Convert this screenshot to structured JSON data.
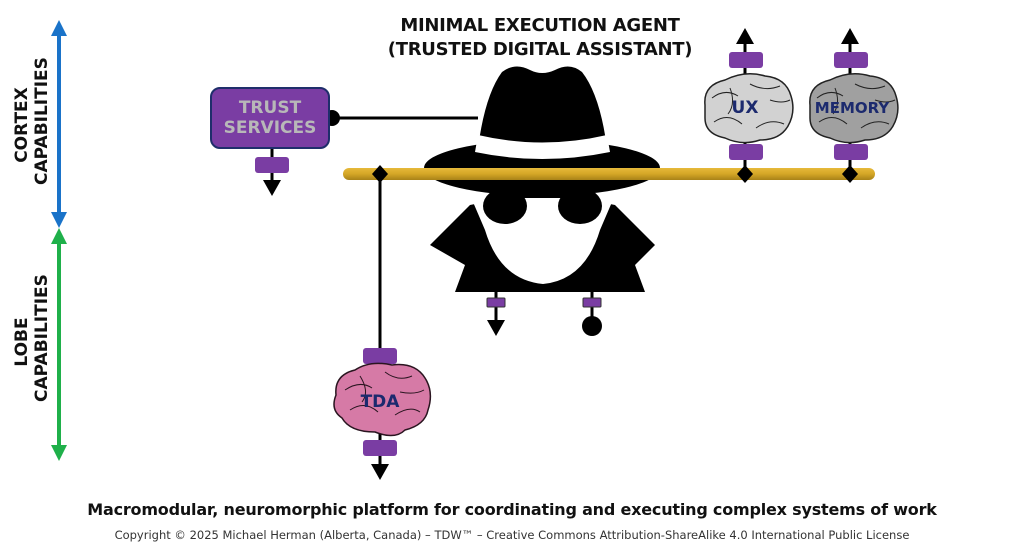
{
  "title": {
    "line1": "MINIMAL EXECUTION AGENT",
    "line2": "(TRUSTED DIGITAL ASSISTANT)"
  },
  "axes": {
    "cortex": {
      "line1": "CORTEX",
      "line2": "CAPABILITIES",
      "color": "#1a73c9"
    },
    "lobe": {
      "line1": "LOBE",
      "line2": "CAPABILITIES",
      "color": "#1fb04a"
    }
  },
  "trust_services": {
    "line1": "TRUST",
    "line2": "SERVICES",
    "fill": "#7a3da3",
    "border": "#1f2e6b"
  },
  "brains": {
    "ux": {
      "label": "UX",
      "color": "#c9c9c9"
    },
    "memory": {
      "label": "MEMORY",
      "color": "#9a9a9a"
    },
    "tda": {
      "label": "TDA",
      "color": "#d67aa6"
    }
  },
  "colors": {
    "bus": "#d4a626",
    "connector": "#7a3da3",
    "agent": "#000000"
  },
  "footer": {
    "main": "Macromodular, neuromorphic platform for coordinating and executing complex systems of work",
    "copyright": "Copyright © 2025 Michael Herman (Alberta, Canada) – TDW™ – Creative Commons Attribution-ShareAlike 4.0 International Public License"
  }
}
